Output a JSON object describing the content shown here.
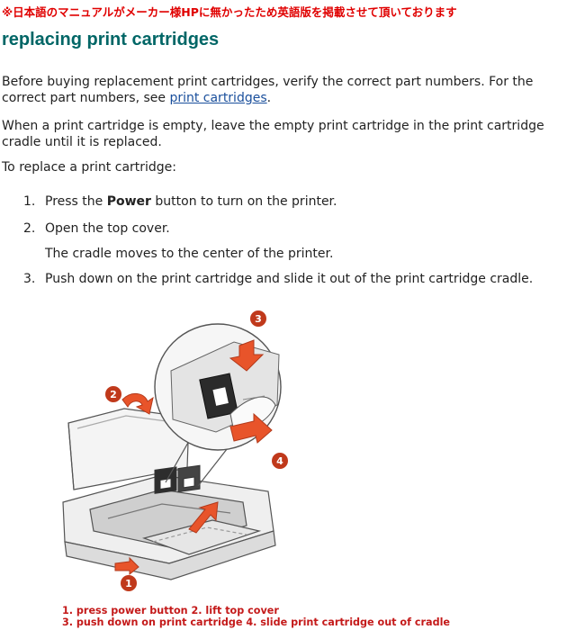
{
  "notice": "※日本語のマニュアルがメーカー様HPに無かったため英語版を掲載させて頂いております",
  "title": "replacing print cartridges",
  "intro": {
    "text_before_link": "Before buying replacement print cartridges, verify the correct part numbers. For the correct part numbers, see ",
    "link_text": "print cartridges",
    "text_after_link": "."
  },
  "empty_note": "When a print cartridge is empty, leave the empty print cartridge in the print cartridge cradle until it is replaced.",
  "steps_intro": "To replace a print cartridge:",
  "steps": [
    {
      "number": "1.",
      "text_before": "Press the ",
      "bold": "Power",
      "text_after": " button to turn on the printer."
    },
    {
      "number": "2.",
      "text": "Open the top cover."
    },
    {
      "note": "The cradle moves to the center of the printer."
    },
    {
      "number": "3.",
      "text": "Push down on the print cartridge and slide it out of the print cartridge cradle."
    }
  ],
  "illustration": {
    "callouts": [
      "1",
      "2",
      "3",
      "4"
    ],
    "colors": {
      "callout": "#c0391b",
      "arrow": "#e8542a",
      "printer_outline": "#555555"
    }
  },
  "caption": {
    "line1": "1. press power button 2. lift top cover",
    "line2": "3. push down on print cartridge 4. slide print cartridge out of cradle"
  }
}
